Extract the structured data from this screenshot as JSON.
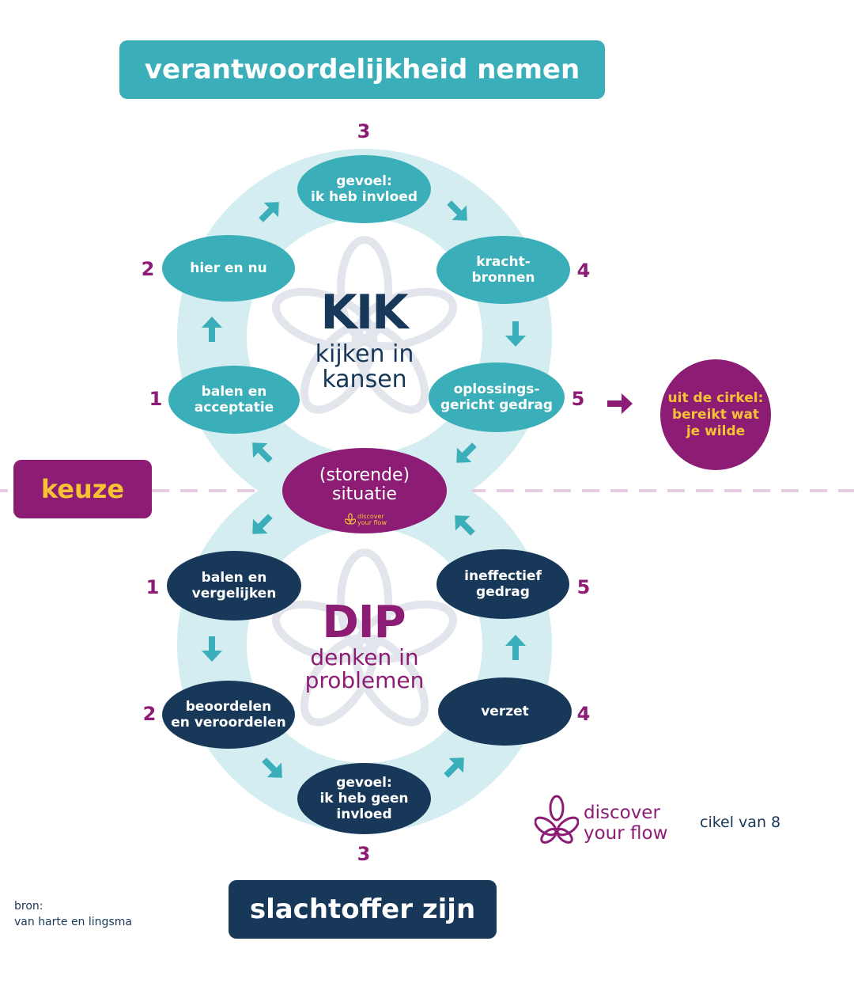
{
  "title_top": "verantwoordelijkheid nemen",
  "title_bottom": "slachtoffer zijn",
  "choice_label": "keuze",
  "kik": {
    "title": "KIK",
    "subtitle_line1": "kijken in",
    "subtitle_line2": "kansen",
    "steps": [
      {
        "num": "1",
        "line1": "balen en",
        "line2": "acceptatie"
      },
      {
        "num": "2",
        "line1": "hier en nu",
        "line2": ""
      },
      {
        "num": "3",
        "line1": "gevoel:",
        "line2": "ik heb invloed"
      },
      {
        "num": "4",
        "line1": "kracht-",
        "line2": "bronnen"
      },
      {
        "num": "5",
        "line1": "oplossings-",
        "line2": "gericht gedrag"
      }
    ]
  },
  "situation": {
    "line1": "(storende)",
    "line2": "situatie",
    "logo_line1": "discover",
    "logo_line2": "your flow"
  },
  "dip": {
    "title": "DIP",
    "subtitle_line1": "denken in",
    "subtitle_line2": "problemen",
    "steps": [
      {
        "num": "1",
        "line1": "balen en",
        "line2": "vergelijken",
        "line3": ""
      },
      {
        "num": "2",
        "line1": "beoordelen",
        "line2": "en veroordelen",
        "line3": ""
      },
      {
        "num": "3",
        "line1": "gevoel:",
        "line2": "ik heb geen",
        "line3": "invloed"
      },
      {
        "num": "4",
        "line1": "verzet",
        "line2": "",
        "line3": ""
      },
      {
        "num": "5",
        "line1": "ineffectief",
        "line2": "gedrag",
        "line3": ""
      }
    ]
  },
  "exit": {
    "line1": "uit de cirkel:",
    "line2": "bereikt wat",
    "line3": "je wilde"
  },
  "brand": {
    "line1": "discover",
    "line2": "your flow"
  },
  "caption": "cikel van 8",
  "source": {
    "line1": "bron:",
    "line2": "van harte en lingsma"
  },
  "colors": {
    "teal": "#3aaeb9",
    "light_teal": "#d3edf1",
    "navy": "#183859",
    "purple": "#8c1c74",
    "yellow": "#f7c233",
    "dash": "#e6cce0"
  }
}
